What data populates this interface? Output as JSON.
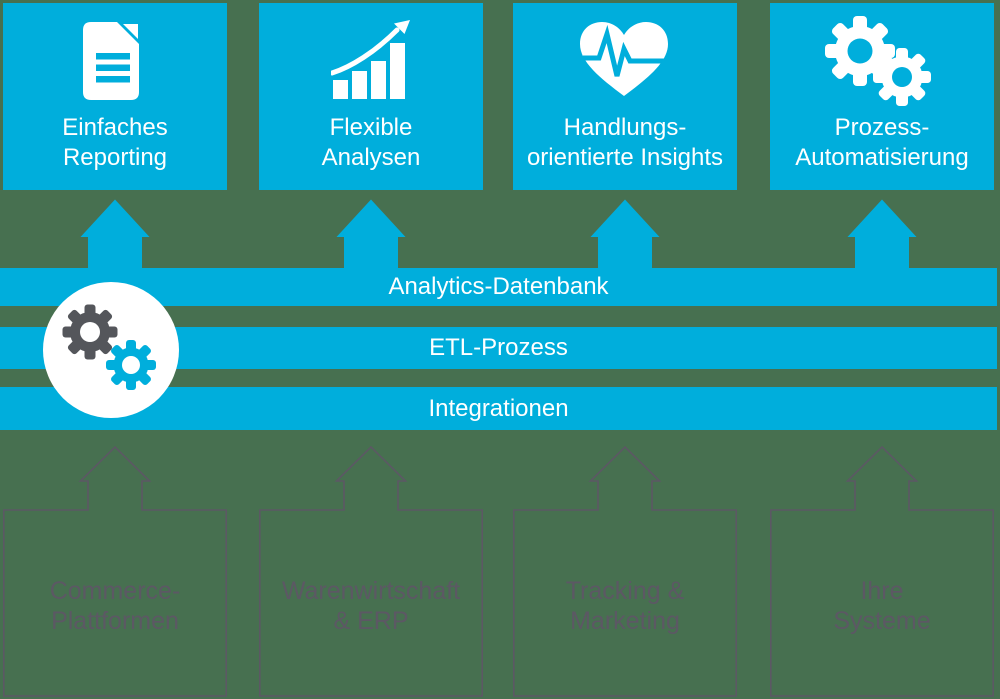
{
  "colors": {
    "accent": "#00AEDC",
    "background": "#477050",
    "outline_gray": "#5C5864",
    "dark_gear": "#54565B",
    "text_on_accent": "#FFFFFF"
  },
  "capability_boxes": [
    {
      "icon": "document-icon",
      "line1": "Einfaches",
      "line2": "Reporting"
    },
    {
      "icon": "growth-chart-icon",
      "line1": "Flexible",
      "line2": "Analysen"
    },
    {
      "icon": "heart-pulse-icon",
      "line1": "Handlungs-",
      "line2": "orientierte Insights"
    },
    {
      "icon": "gears-icon",
      "line1": "Prozess-",
      "line2": "Automatisierung"
    }
  ],
  "platform_layers": [
    {
      "label": "Analytics-Datenbank"
    },
    {
      "label": "ETL-Prozess"
    },
    {
      "label": "Integrationen"
    }
  ],
  "source_systems": [
    {
      "line1": "Commerce-",
      "line2": "Plattformen"
    },
    {
      "line1": "Warenwirtschaft",
      "line2": "& ERP"
    },
    {
      "line1": "Tracking &",
      "line2": "Marketing"
    },
    {
      "line1": "Ihre",
      "line2": "Systeme"
    }
  ]
}
